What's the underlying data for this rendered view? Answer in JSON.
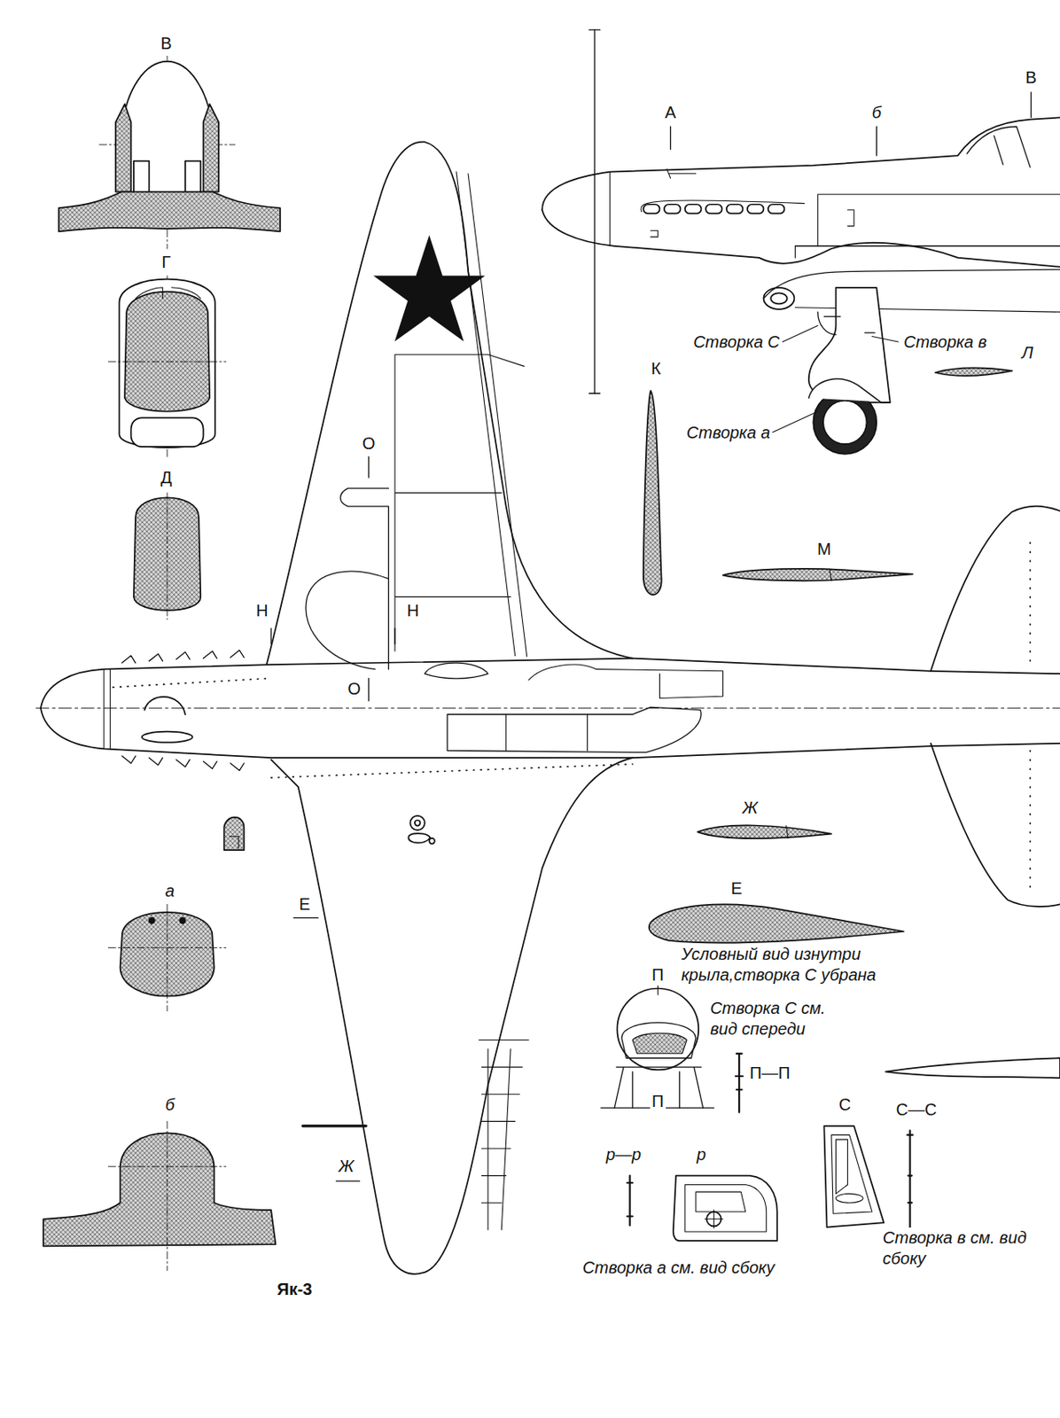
{
  "diagram": {
    "caption": "Як-3",
    "labels": [
      "В",
      "В",
      "А",
      "б",
      "Г",
      "Створка С",
      "Створка в",
      "Л",
      "К",
      "Створка а",
      "О",
      "Д",
      "М",
      "Н",
      "Н",
      "О",
      "Ж",
      "а",
      "Е",
      "Е",
      "Условный вид изнутри крыла,створка С убрана",
      "П",
      "Створка С см. вид спереди",
      "П—П",
      "П",
      "б",
      "С",
      "С—С",
      "р—р",
      "р",
      "Ж",
      "Створка в см. вид сбоку",
      "Створка а см. вид сбоку"
    ]
  }
}
